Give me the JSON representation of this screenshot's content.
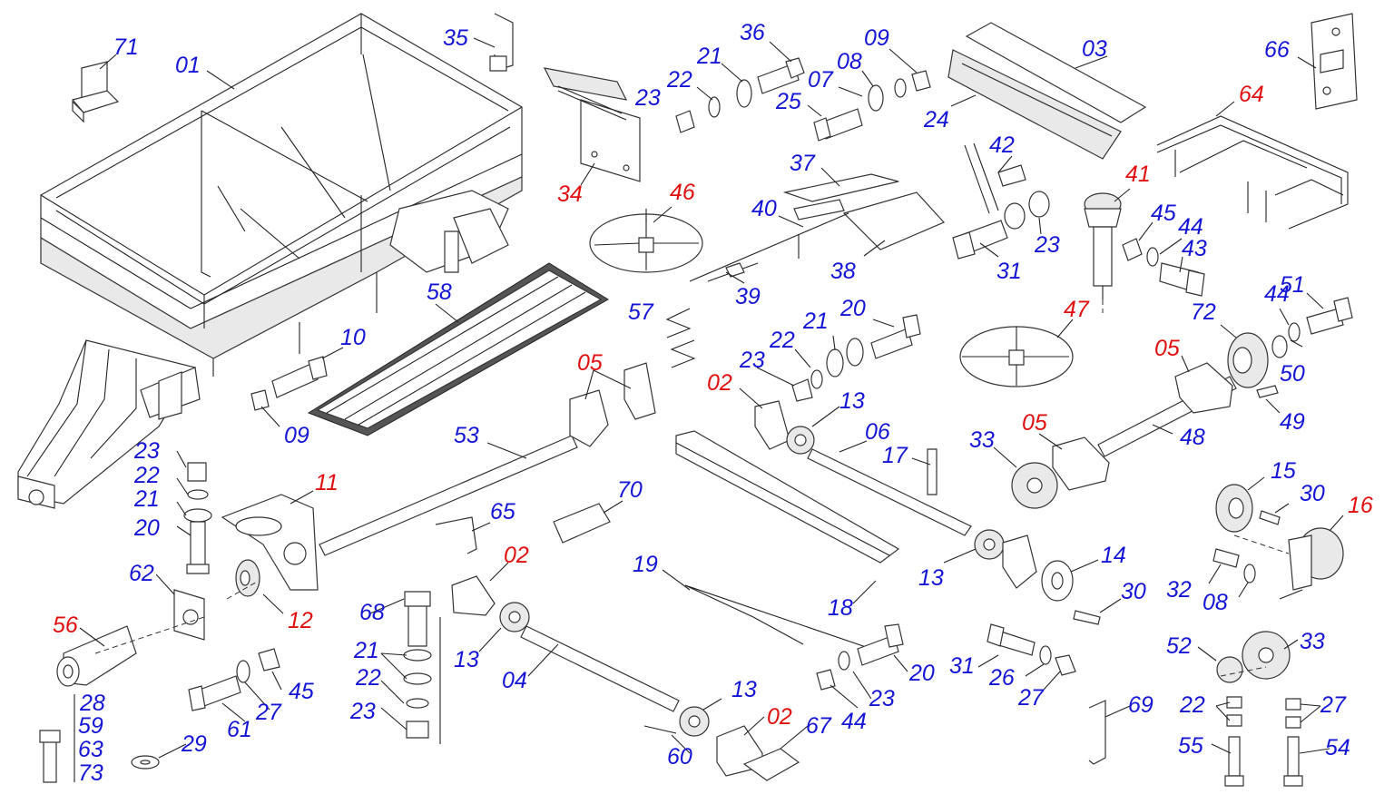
{
  "colors": {
    "primary_label": "#1515d6",
    "highlight_label": "#e01010",
    "line": "#222222"
  },
  "labels": [
    {
      "text": "71",
      "color": "blue"
    },
    {
      "text": "01",
      "color": "blue"
    },
    {
      "text": "35",
      "color": "blue"
    },
    {
      "text": "36",
      "color": "blue"
    },
    {
      "text": "09",
      "color": "blue"
    },
    {
      "text": "03",
      "color": "blue"
    },
    {
      "text": "66",
      "color": "blue"
    },
    {
      "text": "21",
      "color": "blue"
    },
    {
      "text": "08",
      "color": "blue"
    },
    {
      "text": "22",
      "color": "blue"
    },
    {
      "text": "07",
      "color": "blue"
    },
    {
      "text": "23",
      "color": "blue"
    },
    {
      "text": "25",
      "color": "blue"
    },
    {
      "text": "24",
      "color": "blue"
    },
    {
      "text": "64",
      "color": "red"
    },
    {
      "text": "34",
      "color": "red"
    },
    {
      "text": "37",
      "color": "blue"
    },
    {
      "text": "42",
      "color": "blue"
    },
    {
      "text": "41",
      "color": "red"
    },
    {
      "text": "46",
      "color": "red"
    },
    {
      "text": "40",
      "color": "blue"
    },
    {
      "text": "45",
      "color": "blue"
    },
    {
      "text": "44",
      "color": "blue"
    },
    {
      "text": "23",
      "color": "blue"
    },
    {
      "text": "43",
      "color": "blue"
    },
    {
      "text": "38",
      "color": "blue"
    },
    {
      "text": "31",
      "color": "blue"
    },
    {
      "text": "58",
      "color": "blue"
    },
    {
      "text": "39",
      "color": "blue"
    },
    {
      "text": "51",
      "color": "blue"
    },
    {
      "text": "44",
      "color": "blue"
    },
    {
      "text": "57",
      "color": "blue"
    },
    {
      "text": "20",
      "color": "blue"
    },
    {
      "text": "21",
      "color": "blue"
    },
    {
      "text": "47",
      "color": "red"
    },
    {
      "text": "72",
      "color": "blue"
    },
    {
      "text": "10",
      "color": "blue"
    },
    {
      "text": "22",
      "color": "blue"
    },
    {
      "text": "05",
      "color": "red"
    },
    {
      "text": "05",
      "color": "red"
    },
    {
      "text": "23",
      "color": "blue"
    },
    {
      "text": "50",
      "color": "blue"
    },
    {
      "text": "02",
      "color": "red"
    },
    {
      "text": "13",
      "color": "blue"
    },
    {
      "text": "49",
      "color": "blue"
    },
    {
      "text": "09",
      "color": "blue"
    },
    {
      "text": "53",
      "color": "blue"
    },
    {
      "text": "06",
      "color": "blue"
    },
    {
      "text": "33",
      "color": "blue"
    },
    {
      "text": "05",
      "color": "red"
    },
    {
      "text": "48",
      "color": "blue"
    },
    {
      "text": "23",
      "color": "blue"
    },
    {
      "text": "17",
      "color": "blue"
    },
    {
      "text": "22",
      "color": "blue"
    },
    {
      "text": "11",
      "color": "red"
    },
    {
      "text": "15",
      "color": "blue"
    },
    {
      "text": "30",
      "color": "blue"
    },
    {
      "text": "21",
      "color": "blue"
    },
    {
      "text": "70",
      "color": "blue"
    },
    {
      "text": "16",
      "color": "red"
    },
    {
      "text": "20",
      "color": "blue"
    },
    {
      "text": "65",
      "color": "blue"
    },
    {
      "text": "02",
      "color": "red"
    },
    {
      "text": "62",
      "color": "blue"
    },
    {
      "text": "19",
      "color": "blue"
    },
    {
      "text": "13",
      "color": "blue"
    },
    {
      "text": "14",
      "color": "blue"
    },
    {
      "text": "32",
      "color": "blue"
    },
    {
      "text": "08",
      "color": "blue"
    },
    {
      "text": "12",
      "color": "red"
    },
    {
      "text": "18",
      "color": "blue"
    },
    {
      "text": "30",
      "color": "blue"
    },
    {
      "text": "56",
      "color": "red"
    },
    {
      "text": "68",
      "color": "blue"
    },
    {
      "text": "13",
      "color": "blue"
    },
    {
      "text": "52",
      "color": "blue"
    },
    {
      "text": "33",
      "color": "blue"
    },
    {
      "text": "04",
      "color": "blue"
    },
    {
      "text": "31",
      "color": "blue"
    },
    {
      "text": "20",
      "color": "blue"
    },
    {
      "text": "21",
      "color": "blue"
    },
    {
      "text": "26",
      "color": "blue"
    },
    {
      "text": "45",
      "color": "blue"
    },
    {
      "text": "22",
      "color": "blue"
    },
    {
      "text": "13",
      "color": "blue"
    },
    {
      "text": "27",
      "color": "blue"
    },
    {
      "text": "22",
      "color": "blue"
    },
    {
      "text": "27",
      "color": "blue"
    },
    {
      "text": "27",
      "color": "blue"
    },
    {
      "text": "44",
      "color": "blue"
    },
    {
      "text": "23",
      "color": "blue"
    },
    {
      "text": "69",
      "color": "blue"
    },
    {
      "text": "28",
      "color": "blue"
    },
    {
      "text": "61",
      "color": "blue"
    },
    {
      "text": "02",
      "color": "red"
    },
    {
      "text": "23",
      "color": "blue"
    },
    {
      "text": "59",
      "color": "blue"
    },
    {
      "text": "67",
      "color": "blue"
    },
    {
      "text": "55",
      "color": "blue"
    },
    {
      "text": "54",
      "color": "blue"
    },
    {
      "text": "63",
      "color": "blue"
    },
    {
      "text": "29",
      "color": "blue"
    },
    {
      "text": "60",
      "color": "blue"
    },
    {
      "text": "73",
      "color": "blue"
    }
  ]
}
